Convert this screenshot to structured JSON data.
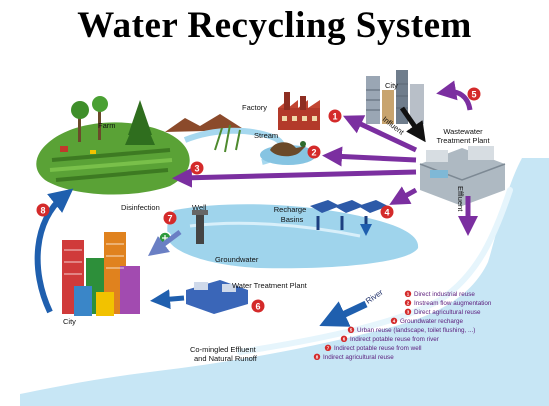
{
  "title": "Water Recycling System",
  "labels": {
    "farm": "Farm",
    "factory": "Factory",
    "stream": "Stream",
    "city_top": "City",
    "influent": "Influent",
    "wwtp_line1": "Wastewater",
    "wwtp_line2": "Treatment Plant",
    "effluent": "Effluent",
    "disinfection": "Disinfection",
    "well": "Well",
    "recharge_line1": "Recharge",
    "recharge_line2": "Basins",
    "groundwater": "Groundwater",
    "wtp": "Water Treatment Plant",
    "city_bottom": "City",
    "river": "River",
    "runoff_line1": "Co-mingled Effluent",
    "runoff_line2": "and Natural Runoff"
  },
  "markers": [
    "1",
    "2",
    "3",
    "4",
    "5",
    "6",
    "7",
    "8"
  ],
  "legend": [
    {
      "num": "1",
      "text": "Direct industrial reuse"
    },
    {
      "num": "2",
      "text": "Instream flow augmentation"
    },
    {
      "num": "3",
      "text": "Direct agricultural reuse"
    },
    {
      "num": "4",
      "text": "Groundwater recharge"
    },
    {
      "num": "5",
      "text": "Urban reuse (landscape, toilet flushing, ...)"
    },
    {
      "num": "6",
      "text": "Indirect potable reuse from river"
    },
    {
      "num": "7",
      "text": "Indirect potable reuse from well"
    },
    {
      "num": "8",
      "text": "Indirect agricultural reuse"
    }
  ],
  "colors": {
    "arrow_purple": "#7b2fa0",
    "arrow_blue": "#1f5fae",
    "marker_red": "#d42a2a",
    "water": "#bfe2f2"
  }
}
